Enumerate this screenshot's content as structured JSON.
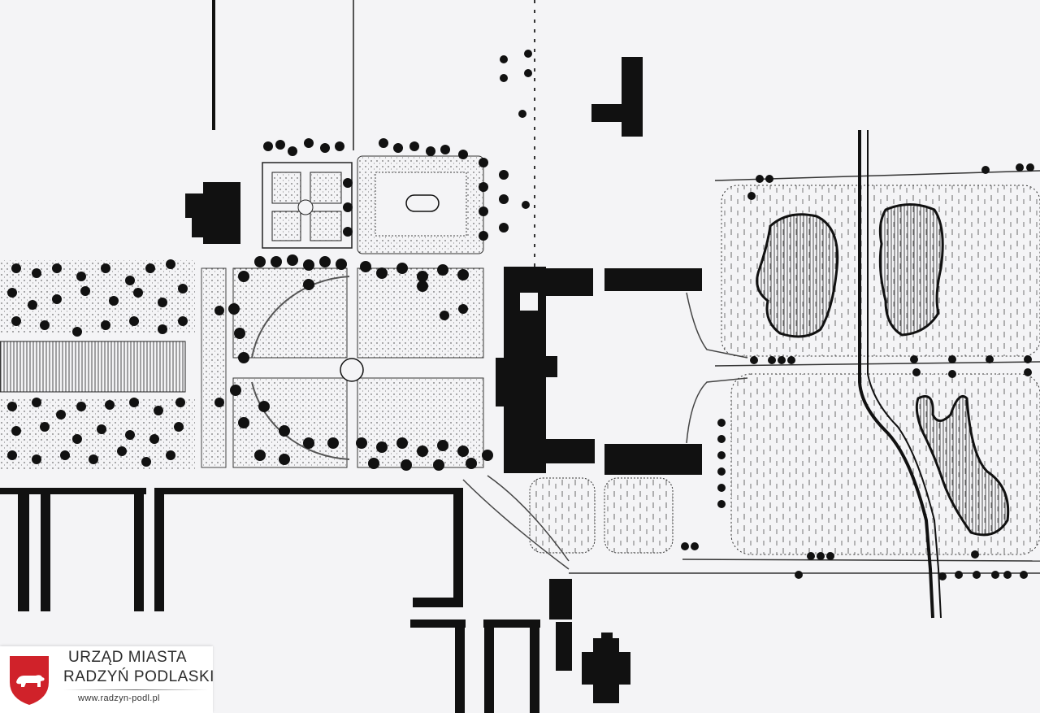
{
  "logo": {
    "title_line1": "URZĄD MIASTA",
    "title_line2": "RADZYŃ PODLASKI",
    "url": "www.radzyn-podl.pl",
    "shield_color": "#d0222a",
    "shield_icon": "bear-shield-icon"
  },
  "colors": {
    "paper": "#f4f4f6",
    "ink": "#111111"
  }
}
